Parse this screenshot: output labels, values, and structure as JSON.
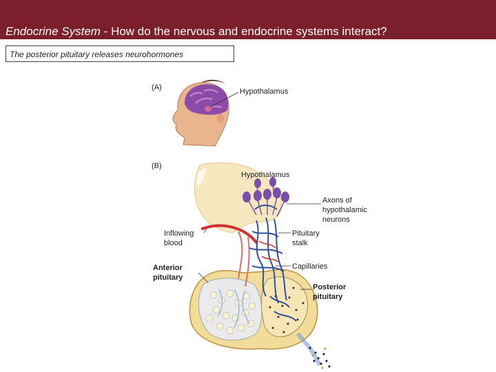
{
  "header": {
    "topic": "Endocrine System",
    "separator": " - ",
    "question": "How do the nervous and endocrine systems interact?"
  },
  "subtitle": "The posterior pituitary releases neurohormones",
  "figure": {
    "panel_a": {
      "tag": "(A)",
      "label": "Hypothalamus"
    },
    "panel_b": {
      "tag": "(B)",
      "labels": {
        "hypothalamus": "Hypothalamus",
        "axons": [
          "Axons of",
          "hypothalamic",
          "neurons"
        ],
        "inflowing": [
          "Inflowing",
          "blood"
        ],
        "stalk": [
          "Pituitary",
          "stalk"
        ],
        "capillaries": "Capillaries",
        "anterior": [
          "Anterior",
          "pituitary"
        ],
        "posterior": [
          "Posterior",
          "pituitary"
        ]
      }
    }
  },
  "colors": {
    "header_bg": "#7a1f2b",
    "vessel_red": "#d03030",
    "vessel_blue": "#2f4f9a",
    "neuron_purple": "#7a4fa8",
    "gland_fill": "#f2dc9a"
  }
}
